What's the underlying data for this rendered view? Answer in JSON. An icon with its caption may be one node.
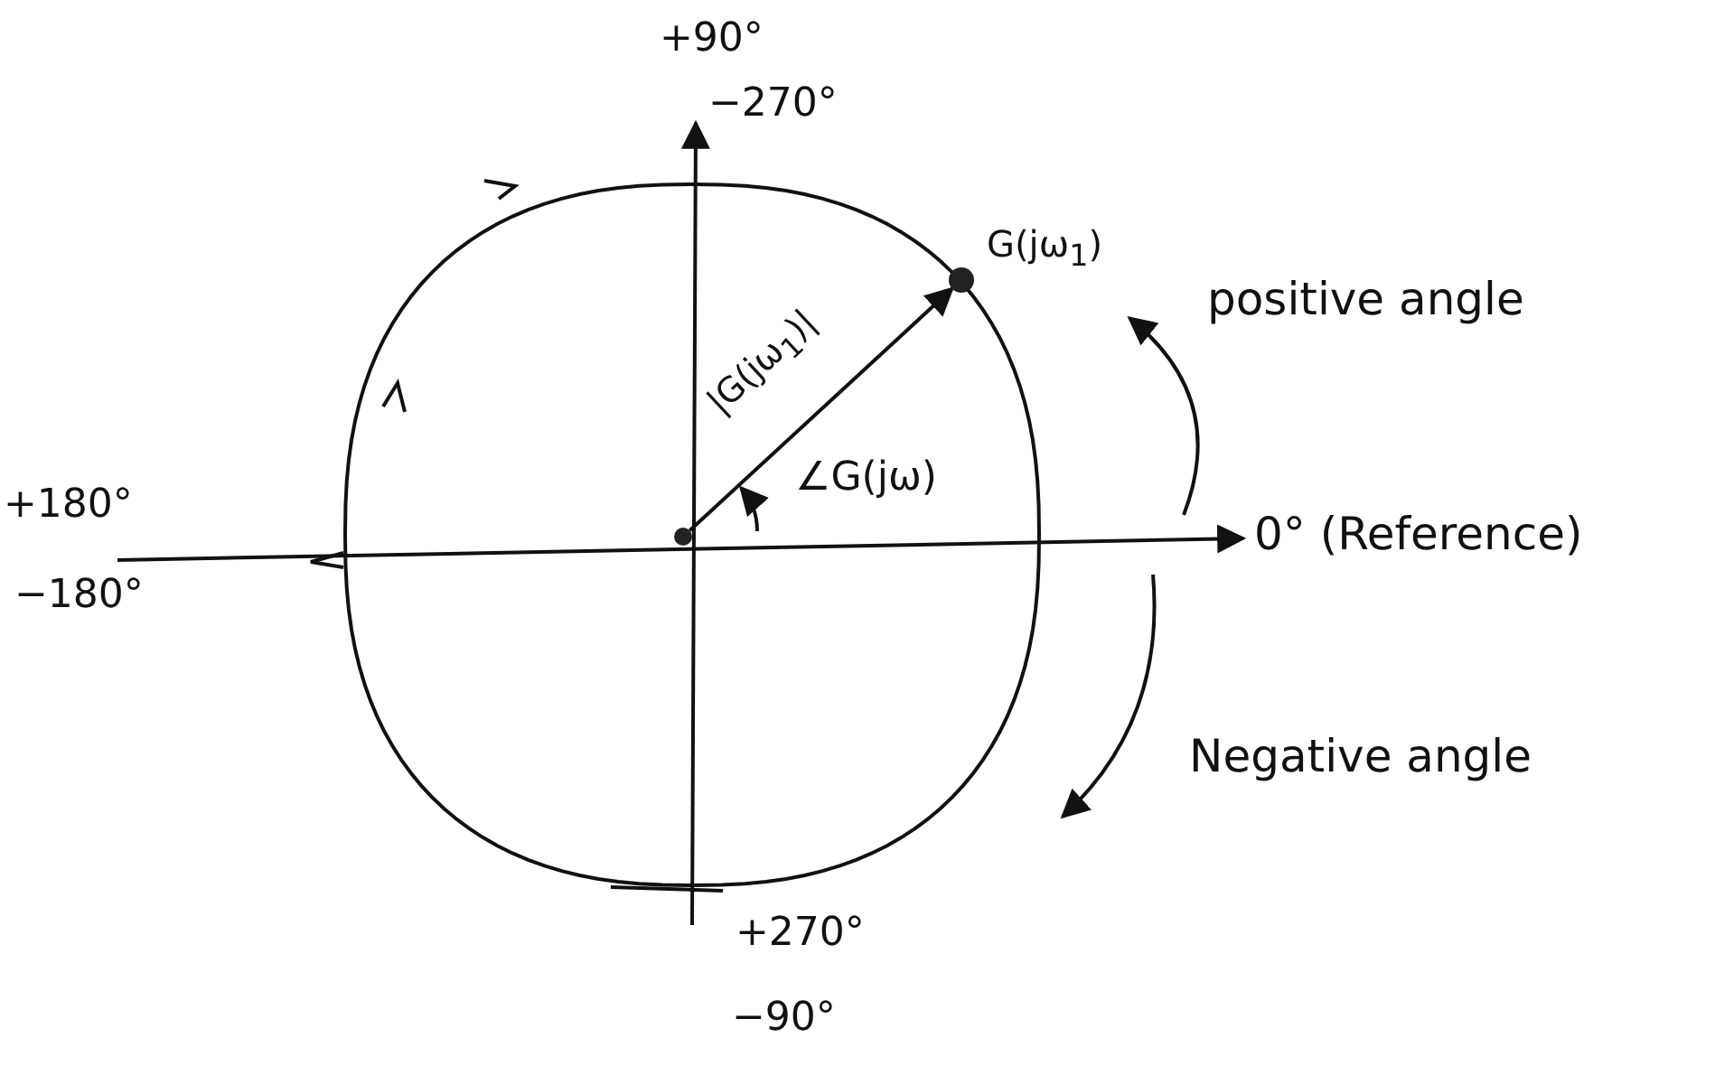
{
  "diagram": {
    "nodes": [
      {
        "text": [],
        "shape": "circle"
      },
      {
        "text": [],
        "shape": "circle",
        "beside": [
          "G(jω$_{1}$)"
        ]
      }
    ],
    "edges": [
      {
        "from": 0,
        "to": 1,
        "arrow": "to",
        "label": "|G(jω$_{1}$)|"
      }
    ],
    "labels": [
      "+90°",
      "−270°",
      "positive angle",
      "+180°",
      "−180°",
      "∠G(jω)",
      "0° (Reference)",
      "Negative angle",
      "+270°",
      "−90°"
    ]
  }
}
